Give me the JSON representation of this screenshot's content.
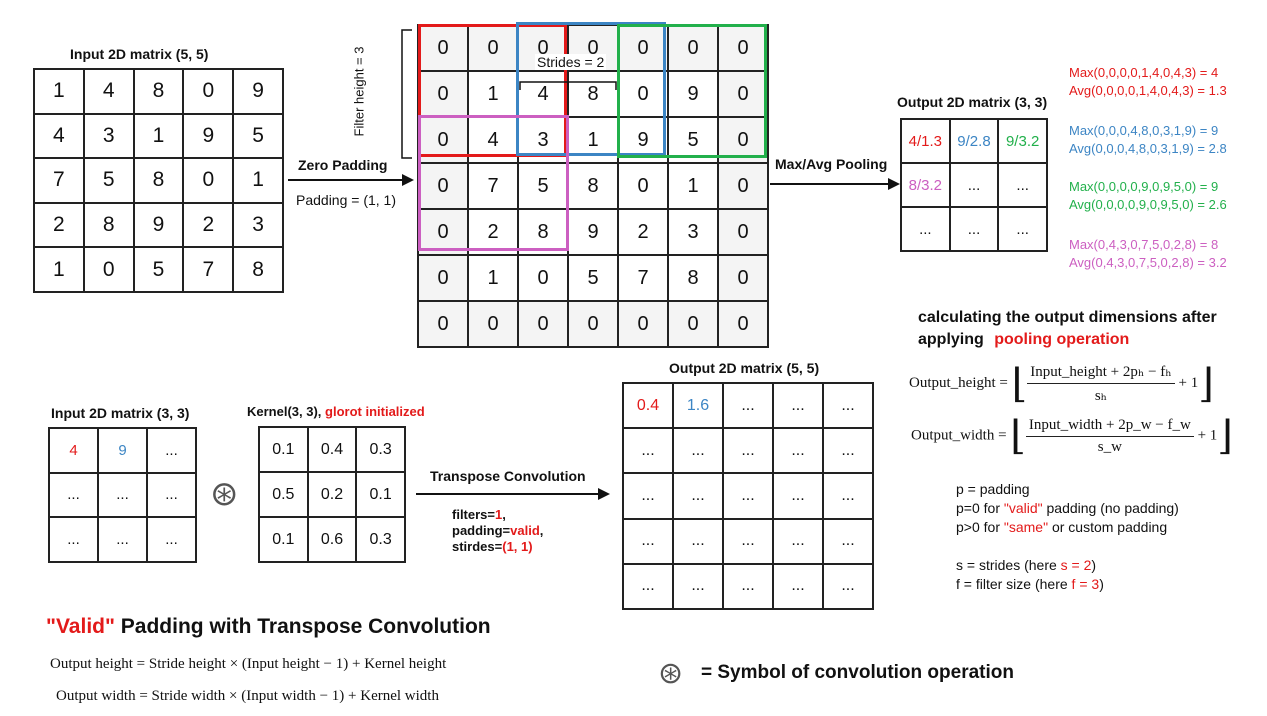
{
  "input_top": {
    "title": "Input 2D matrix (5, 5)",
    "values": [
      "1",
      "4",
      "8",
      "0",
      "9",
      "4",
      "3",
      "1",
      "9",
      "5",
      "7",
      "5",
      "8",
      "0",
      "1",
      "2",
      "8",
      "9",
      "2",
      "3",
      "1",
      "0",
      "5",
      "7",
      "8"
    ]
  },
  "zero_padding": {
    "arrow_label": "Zero Padding",
    "padding_label": "Padding = (1, 1)",
    "filter_height_label": "Filter height = 3",
    "strides_label": "Strides = 2",
    "values": [
      "0",
      "0",
      "0",
      "0",
      "0",
      "0",
      "0",
      "0",
      "1",
      "4",
      "8",
      "0",
      "9",
      "0",
      "0",
      "4",
      "3",
      "1",
      "9",
      "5",
      "0",
      "0",
      "7",
      "5",
      "8",
      "0",
      "1",
      "0",
      "0",
      "2",
      "8",
      "9",
      "2",
      "3",
      "0",
      "0",
      "1",
      "0",
      "5",
      "7",
      "8",
      "0",
      "0",
      "0",
      "0",
      "0",
      "0",
      "0",
      "0"
    ]
  },
  "pooling": {
    "arrow_label": "Max/Avg Pooling",
    "output_title": "Output 2D matrix (3, 3)",
    "values": [
      "4/1.3",
      "9/2.8",
      "9/3.2",
      "8/3.2",
      "...",
      "...",
      "...",
      "...",
      "..."
    ],
    "results": [
      {
        "max": "Max(0,0,0,0,1,4,0,4,3) = 4",
        "avg": "Avg(0,0,0,0,1,4,0,4,3) = 1.3",
        "color": "#e31a1a"
      },
      {
        "max": "Max(0,0,0,4,8,0,3,1,9) = 9",
        "avg": "Avg(0,0,0,4,8,0,3,1,9) = 2.8",
        "color": "#3c85c4"
      },
      {
        "max": "Max(0,0,0,0,9,0,9,5,0) = 9",
        "avg": "Avg(0,0,0,0,9,0,9,5,0) = 2.6",
        "color": "#22b04b"
      },
      {
        "max": "Max(0,4,3,0,7,5,0,2,8) = 8",
        "avg": "Avg(0,4,3,0,7,5,0,2,8) = 3.2",
        "color": "#cc5fc1"
      }
    ]
  },
  "output_dims": {
    "heading_line1": "calculating the output dimensions after",
    "heading_line2_prefix": "applying",
    "heading_line2_highlight": "pooling operation",
    "height_lhs": "Output_height =",
    "height_num": "Input_height + 2pₕ − fₕ",
    "height_den": "sₕ",
    "width_lhs": "Output_width =",
    "width_num": "Input_width + 2p_w − f_w",
    "width_den": "s_w",
    "plus_one": "+ 1",
    "notes": {
      "p": "p = padding",
      "p0_prefix": "p=0 for ",
      "p0_highlight": "\"valid\"",
      "p0_suffix": " padding (no padding)",
      "pg_prefix": "p>0 for ",
      "pg_highlight": "\"same\"",
      "pg_suffix": " or custom padding",
      "s_prefix": "s = strides (here ",
      "s_highlight": "s = 2",
      "s_suffix": ")",
      "f_prefix": "f = filter size (here ",
      "f_highlight": "f = 3",
      "f_suffix": ")"
    }
  },
  "transpose": {
    "input_title": "Input 2D matrix (3, 3)",
    "input_values": [
      "4",
      "9",
      "...",
      "...",
      "...",
      "...",
      "...",
      "...",
      "..."
    ],
    "kernel_title_prefix": "Kernel(3, 3), ",
    "kernel_title_highlight": "glorot initialized",
    "kernel_values": [
      "0.1",
      "0.4",
      "0.3",
      "0.5",
      "0.2",
      "0.1",
      "0.1",
      "0.6",
      "0.3"
    ],
    "conv_symbol": "⊛",
    "arrow_label": "Transpose Convolution",
    "params": {
      "filters_prefix": "filters=",
      "filters_value": "1",
      "filters_suffix": ",",
      "padding_prefix": "padding=",
      "padding_value": "valid",
      "padding_suffix": ",",
      "strides_prefix": "stirdes=",
      "strides_value": "(1, 1)"
    },
    "output_title": "Output 2D matrix (5, 5)",
    "output_values": [
      "0.4",
      "1.6",
      "...",
      "...",
      "...",
      "...",
      "...",
      "...",
      "...",
      "...",
      "...",
      "...",
      "...",
      "...",
      "...",
      "...",
      "...",
      "...",
      "...",
      "...",
      "...",
      "...",
      "...",
      "...",
      "..."
    ]
  },
  "valid_padding": {
    "heading_highlight": "\"Valid\"",
    "heading_rest": " Padding with Transpose Convolution",
    "height_formula": "Output height = Stride height × (Input height − 1) + Kernel height",
    "width_formula": "Output width = Stride width × (Input width − 1) + Kernel width"
  },
  "legend": {
    "symbol": "⊛",
    "text": "= Symbol of convolution operation"
  },
  "colors": {
    "red": "#e31a1a",
    "blue": "#3c85c4",
    "green": "#22b04b",
    "pink": "#cc5fc1",
    "grey_cell": "#f4f4f4"
  }
}
